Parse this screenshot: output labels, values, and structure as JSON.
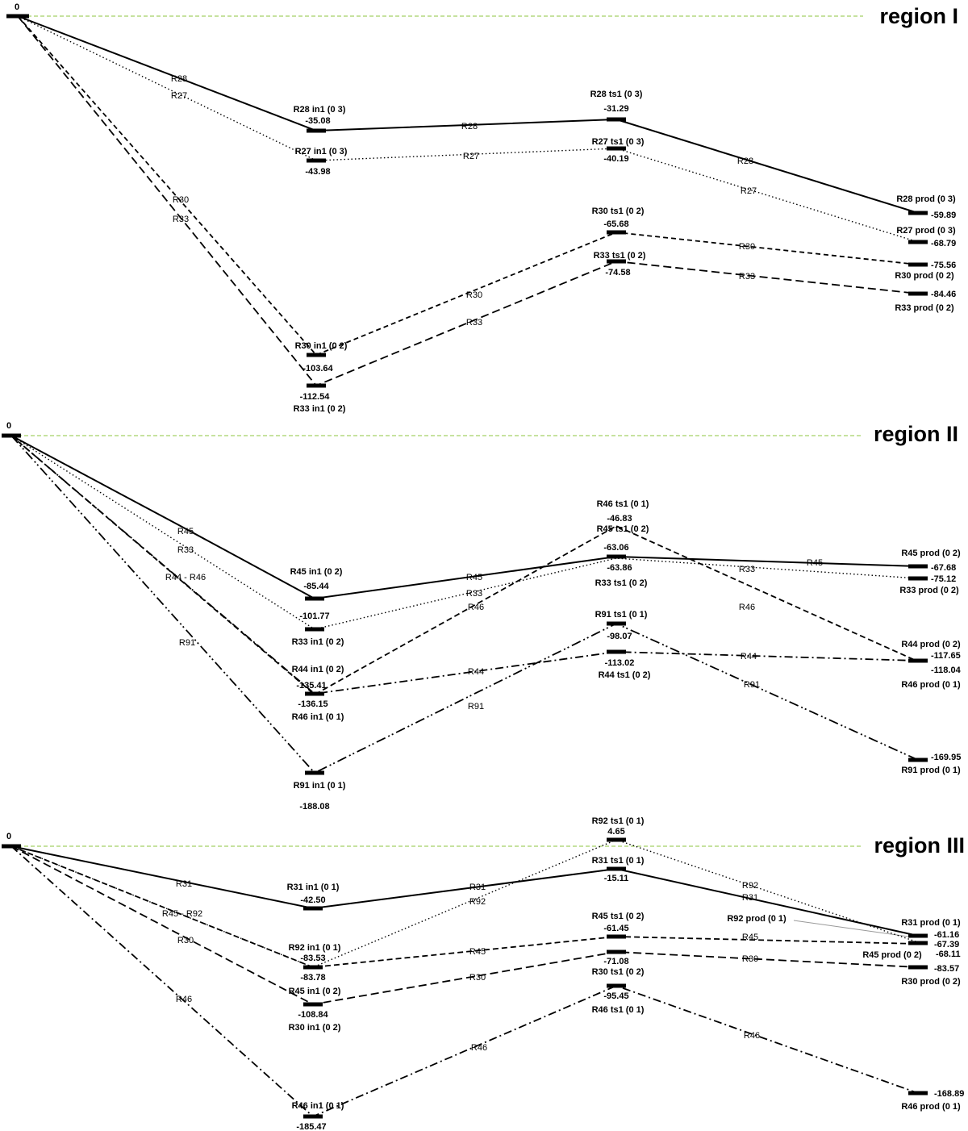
{
  "regions": [
    {
      "title": "region I",
      "zero_label": "0",
      "states": [
        {
          "id": "zero",
          "label": "",
          "energy": "0"
        },
        {
          "id": "r28in",
          "label": "R28 in1 (0 3)",
          "energy": "-35.08"
        },
        {
          "id": "r27in",
          "label": "R27 in1 (0 3)",
          "energy": "-43.98"
        },
        {
          "id": "r30in",
          "label": "R30 in1 (0 2)",
          "energy": "-103.64"
        },
        {
          "id": "r33in",
          "label": "R33 in1 (0 2)",
          "energy": "-112.54"
        },
        {
          "id": "r28ts",
          "label": "R28 ts1 (0 3)",
          "energy": "-31.29"
        },
        {
          "id": "r27ts",
          "label": "R27 ts1 (0 3)",
          "energy": "-40.19"
        },
        {
          "id": "r30ts",
          "label": "R30 ts1 (0 2)",
          "energy": "-65.68"
        },
        {
          "id": "r33ts",
          "label": "R33 ts1 (0 2)",
          "energy": "-74.58"
        },
        {
          "id": "r28pr",
          "label": "R28 prod (0 3)",
          "energy": "-59.89"
        },
        {
          "id": "r27pr",
          "label": "R27 prod (0 3)",
          "energy": "-68.79"
        },
        {
          "id": "r30pr",
          "label": "R30 prod (0 2)",
          "energy": "-75.56"
        },
        {
          "id": "r33pr",
          "label": "R33 prod (0 2)",
          "energy": "-84.46"
        }
      ],
      "pathways": [
        {
          "name": "R28",
          "style": "solid",
          "labels": [
            "R28",
            "R28",
            "R28"
          ],
          "states": [
            "zero",
            "r28in",
            "r28ts",
            "r28pr"
          ]
        },
        {
          "name": "R27",
          "style": "dotted",
          "labels": [
            "R27",
            "R27",
            "R27"
          ],
          "states": [
            "zero",
            "r27in",
            "r27ts",
            "r27pr"
          ]
        },
        {
          "name": "R30",
          "style": "dashed",
          "labels": [
            "R30",
            "R30",
            "R30"
          ],
          "states": [
            "zero",
            "r30in",
            "r30ts",
            "r30pr"
          ]
        },
        {
          "name": "R33",
          "style": "longdash",
          "labels": [
            "R33",
            "R33",
            "R33"
          ],
          "states": [
            "zero",
            "r33in",
            "r33ts",
            "r33pr"
          ]
        }
      ]
    },
    {
      "title": "region II",
      "zero_label": "0",
      "states": [
        {
          "id": "zero",
          "label": "",
          "energy": "0"
        },
        {
          "id": "r45in",
          "label": "R45 in1 (0 2)",
          "energy": "-85.44"
        },
        {
          "id": "r33in",
          "label": "R33 in1 (0 2)",
          "energy": "-101.77"
        },
        {
          "id": "r44in",
          "label": "R44 in1 (0 2)",
          "energy": "-135.41"
        },
        {
          "id": "r46in",
          "label": "R46 in1 (0 1)",
          "energy": "-136.15"
        },
        {
          "id": "r91in",
          "label": "R91 in1 (0 1)",
          "energy": "-188.08"
        },
        {
          "id": "r46ts",
          "label": "R46 ts1 (0 1)",
          "energy": "-46.83"
        },
        {
          "id": "r45ts",
          "label": "R45 ts1 (0 2)",
          "energy": "-63.06"
        },
        {
          "id": "r33ts",
          "label": "R33 ts1 (0 2)",
          "energy": "-63.86"
        },
        {
          "id": "r91ts",
          "label": "R91 ts1 (0 1)",
          "energy": "-98.07"
        },
        {
          "id": "r44ts",
          "label": "R44 ts1 (0 2)",
          "energy": "-113.02"
        },
        {
          "id": "r45pr",
          "label": "R45 prod (0 2)",
          "energy": "-67.68"
        },
        {
          "id": "r33pr",
          "label": "R33 prod (0 2)",
          "energy": "-75.12"
        },
        {
          "id": "r44pr",
          "label": "R44 prod (0 2)",
          "energy": "-117.65"
        },
        {
          "id": "r46pr",
          "label": "R46 prod (0 1)",
          "energy": "-118.04"
        },
        {
          "id": "r91pr",
          "label": "R91 prod (0 1)",
          "energy": "-169.95"
        }
      ],
      "pathways": [
        {
          "name": "R45",
          "style": "solid",
          "labels": [
            "R45",
            "R45",
            "R45"
          ],
          "states": [
            "zero",
            "r45in",
            "r45ts",
            "r45pr"
          ]
        },
        {
          "name": "R33",
          "style": "dotted",
          "labels": [
            "R33",
            "R33",
            "R33"
          ],
          "states": [
            "zero",
            "r33in",
            "r33ts",
            "r33pr"
          ]
        },
        {
          "name": "R44",
          "style": "dashdot",
          "labels": [
            "R44 - R46",
            "R44",
            "R44"
          ],
          "states": [
            "zero",
            "r44in",
            "r44ts",
            "r44pr"
          ]
        },
        {
          "name": "R46",
          "style": "dashed",
          "labels": [
            "",
            "R46",
            "R46"
          ],
          "states": [
            "zero",
            "r46in",
            "r46ts",
            "r46pr"
          ]
        },
        {
          "name": "R91",
          "style": "dashdotdot",
          "labels": [
            "R91",
            "R91",
            "R91"
          ],
          "states": [
            "zero",
            "r91in",
            "r91ts",
            "r91pr"
          ]
        }
      ]
    },
    {
      "title": "region III",
      "zero_label": "0",
      "states": [
        {
          "id": "zero",
          "label": "",
          "energy": "0"
        },
        {
          "id": "r31in",
          "label": "R31 in1 (0 1)",
          "energy": "-42.50"
        },
        {
          "id": "r92in",
          "label": "R92 in1 (0 1)",
          "energy": "-83.53"
        },
        {
          "id": "r45in",
          "label": "R45 in1 (0 2)",
          "energy": "-83.78"
        },
        {
          "id": "r30in",
          "label": "R30 in1 (0 2)",
          "energy": "-108.84"
        },
        {
          "id": "r46in",
          "label": "R46 in1 (0 1)",
          "energy": "-185.47"
        },
        {
          "id": "r92ts",
          "label": "R92 ts1 (0 1)",
          "energy": "4.65"
        },
        {
          "id": "r31ts",
          "label": "R31 ts1 (0 1)",
          "energy": "-15.11"
        },
        {
          "id": "r45ts",
          "label": "R45 ts1 (0 2)",
          "energy": "-61.45"
        },
        {
          "id": "r30ts",
          "label": "R30 ts1 (0 2)",
          "energy": "-71.08"
        },
        {
          "id": "r46ts",
          "label": "R46 ts1 (0 1)",
          "energy": "-95.45"
        },
        {
          "id": "r31pr",
          "label": "R31 prod (0 1)",
          "energy": "-61.16"
        },
        {
          "id": "r92pr",
          "label": "R92 prod (0 1)",
          "energy": "-67.39"
        },
        {
          "id": "r45pr",
          "label": "R45 prod (0 2)",
          "energy": "-68.11"
        },
        {
          "id": "r30pr",
          "label": "R30 prod (0 2)",
          "energy": "-83.57"
        },
        {
          "id": "r46pr",
          "label": "R46 prod (0 1)",
          "energy": "-168.89"
        }
      ],
      "pathways": [
        {
          "name": "R31",
          "style": "solid",
          "labels": [
            "R31",
            "R31",
            "R31"
          ],
          "states": [
            "zero",
            "r31in",
            "r31ts",
            "r31pr"
          ]
        },
        {
          "name": "R92",
          "style": "dotted",
          "labels": [
            "",
            "R92",
            "R92"
          ],
          "states": [
            "zero",
            "r92in",
            "r92ts",
            "r92pr"
          ]
        },
        {
          "name": "R45",
          "style": "dashed",
          "labels": [
            "R45 - R92",
            "R45",
            "R45"
          ],
          "states": [
            "zero",
            "r45in",
            "r45ts",
            "r45pr"
          ]
        },
        {
          "name": "R30",
          "style": "longdash",
          "labels": [
            "R30",
            "R30",
            "R30"
          ],
          "states": [
            "zero",
            "r30in",
            "r30ts",
            "r30pr"
          ]
        },
        {
          "name": "R46",
          "style": "dashdot",
          "labels": [
            "R46",
            "R46",
            "R46"
          ],
          "states": [
            "zero",
            "r46in",
            "r46ts",
            "r46pr"
          ]
        }
      ]
    }
  ]
}
